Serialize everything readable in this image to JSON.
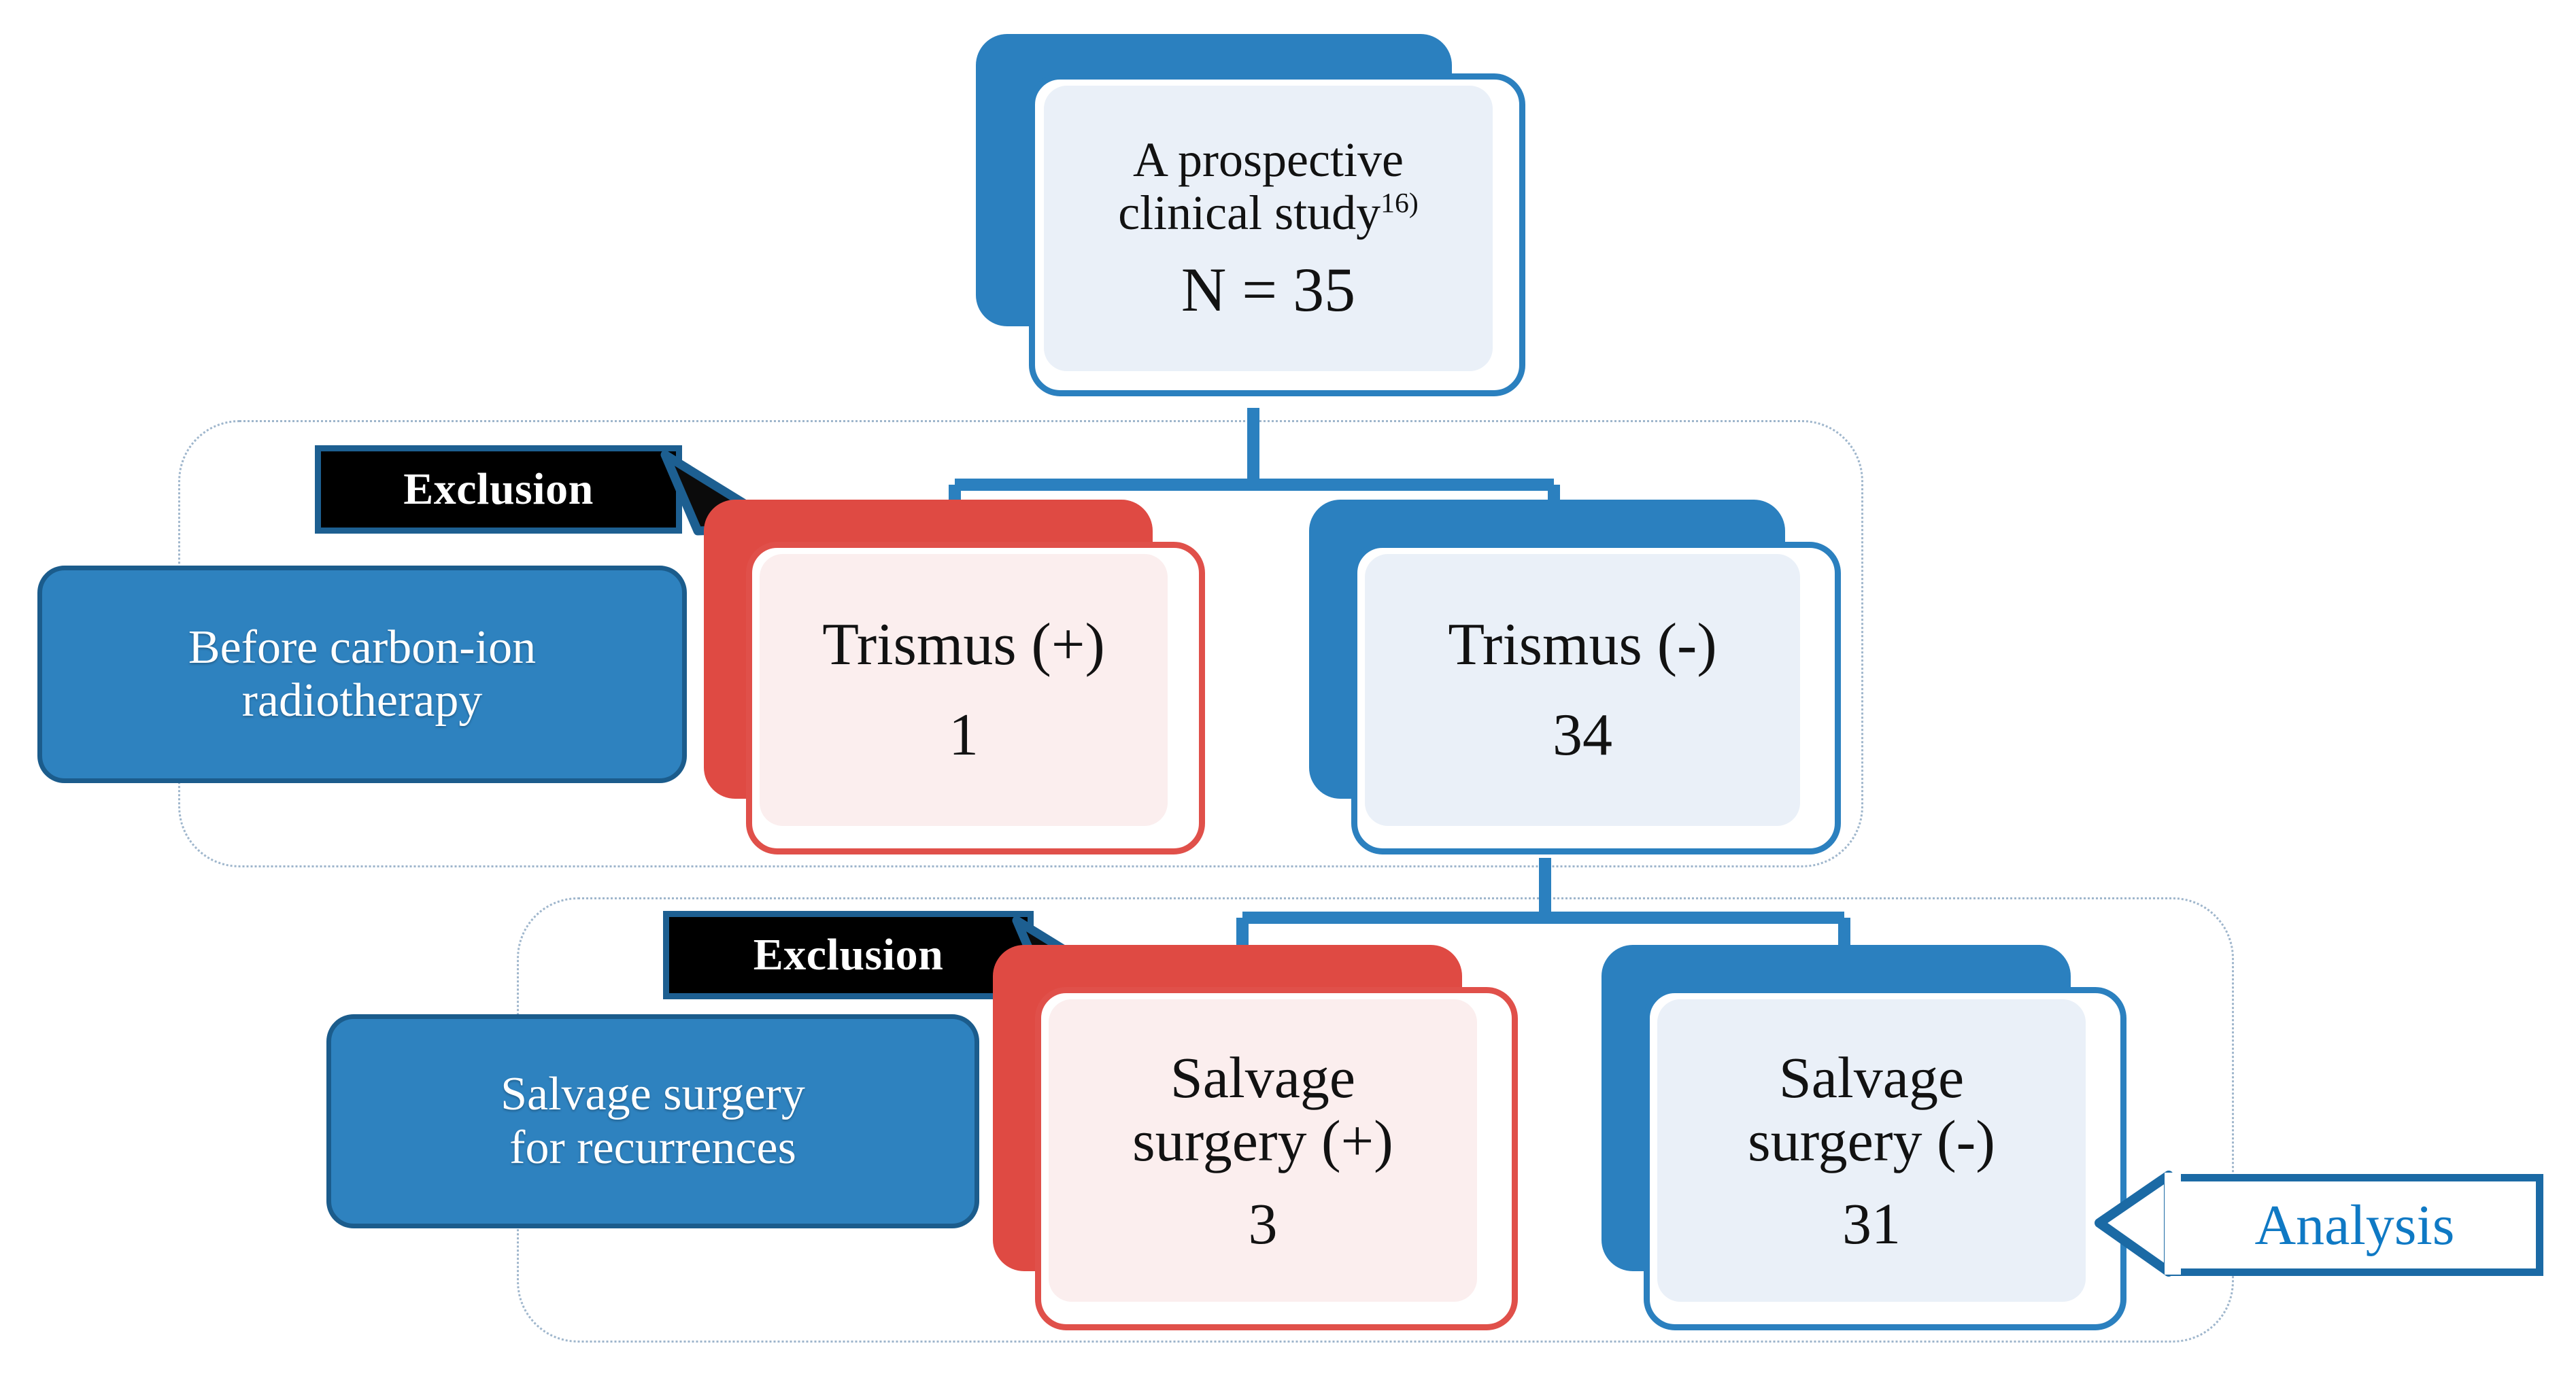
{
  "diagram": {
    "title": "Patient flow diagram of a prospective clinical study on trismus after carbon-ion radiotherapy",
    "type": "flowchart",
    "accent_blue": "#2b80bf",
    "accent_red": "#df4a43",
    "callout_black": "#000000",
    "analysis_blue": "#0f79c4",
    "group_outline_color": "#9fb6cc"
  },
  "root": {
    "title": "A prospective\nclinical study",
    "reference": "16)",
    "count_label": "N = 35",
    "color": "blue"
  },
  "stages": [
    {
      "id": "stage-pre-cirt",
      "label": "Before carbon-ion\nradiotherapy",
      "exclusion_label": "Exclusion",
      "nodes": [
        {
          "id": "trismus-positive",
          "title": "Trismus (+)",
          "count": "1",
          "color": "red",
          "excluded": true
        },
        {
          "id": "trismus-negative",
          "title": "Trismus (-)",
          "count": "34",
          "color": "blue",
          "excluded": false
        }
      ]
    },
    {
      "id": "stage-salvage-surgery",
      "label": "Salvage surgery\nfor recurrences",
      "exclusion_label": "Exclusion",
      "nodes": [
        {
          "id": "salvage-positive",
          "title": "Salvage\nsurgery (+)",
          "count": "3",
          "color": "red",
          "excluded": true
        },
        {
          "id": "salvage-negative",
          "title": "Salvage\nsurgery (-)",
          "count": "31",
          "color": "blue",
          "excluded": false
        }
      ]
    }
  ],
  "analysis": {
    "label": "Analysis"
  },
  "chart_data": {
    "type": "flowchart",
    "title": "A prospective clinical study 16) N = 35",
    "nodes": [
      {
        "id": "root",
        "label": "A prospective clinical study 16)",
        "value": 35,
        "value_label": "N = 35",
        "level": 0,
        "color": "blue"
      },
      {
        "id": "trismus-positive",
        "label": "Trismus (+)",
        "value": 1,
        "level": 1,
        "color": "red",
        "status": "excluded"
      },
      {
        "id": "trismus-negative",
        "label": "Trismus (-)",
        "value": 34,
        "level": 1,
        "color": "blue",
        "status": "included"
      },
      {
        "id": "salvage-positive",
        "label": "Salvage surgery (+)",
        "value": 3,
        "level": 2,
        "color": "red",
        "status": "excluded"
      },
      {
        "id": "salvage-negative",
        "label": "Salvage surgery (-)",
        "value": 31,
        "level": 2,
        "color": "blue",
        "status": "analysis"
      }
    ],
    "edges": [
      {
        "from": "root",
        "to": "trismus-positive"
      },
      {
        "from": "root",
        "to": "trismus-negative"
      },
      {
        "from": "trismus-negative",
        "to": "salvage-positive"
      },
      {
        "from": "trismus-negative",
        "to": "salvage-negative"
      }
    ],
    "group_labels": [
      "Before carbon-ion radiotherapy",
      "Salvage surgery for recurrences"
    ],
    "annotations": [
      "Exclusion",
      "Exclusion",
      "Analysis"
    ]
  }
}
